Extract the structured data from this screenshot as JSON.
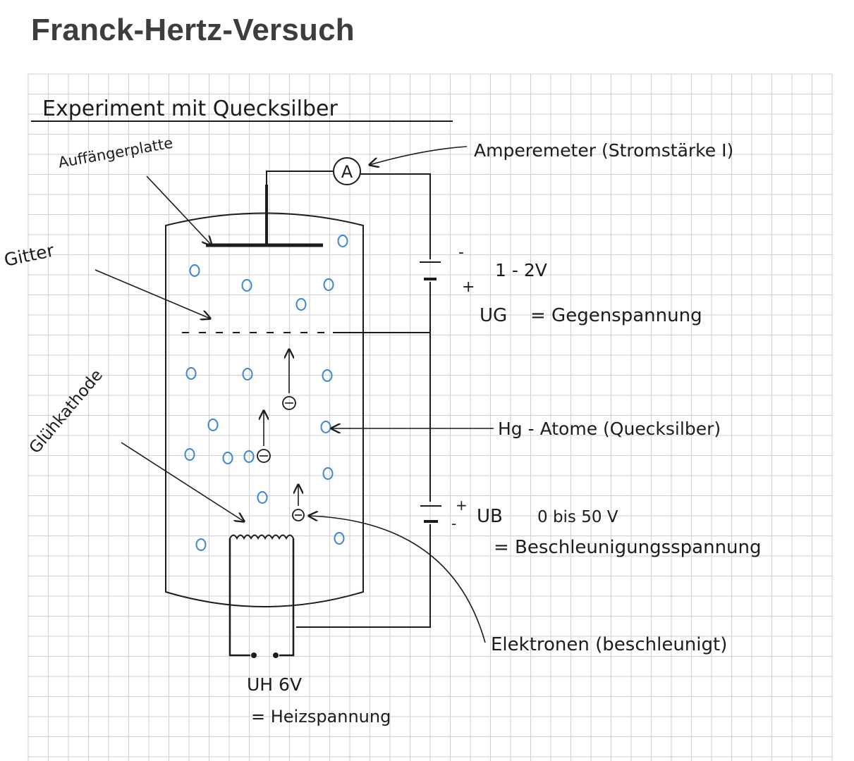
{
  "page_title": "Franck-Hertz-Versuch",
  "colors": {
    "grid": "#cfcfcf",
    "ink": "#1c1c1c",
    "atom": "#3a86d8",
    "title": "#3d3d3d"
  },
  "labels": {
    "heading": "Experiment mit Quecksilber",
    "plate": "Auffängerplatte",
    "grid": "Gitter",
    "cathode": "Glühkathode",
    "ammeter_symbol": "A",
    "ammeter": "Amperemeter (Stromstärke I)",
    "counter_range": "1 - 2V",
    "counter_symbol": "UG",
    "counter_name": "= Gegenspannung",
    "atoms": "Hg - Atome (Quecksilber)",
    "accel_symbol": "UB",
    "accel_range": "0 bis 50 V",
    "accel_name": "= Beschleunigungsspannung",
    "electrons": "Elektronen (beschleunigt)",
    "heater": "UH 6V",
    "heater_name": "= Heizspannung",
    "electron_symbol": "⊖",
    "minus": "-",
    "plus": "+"
  }
}
